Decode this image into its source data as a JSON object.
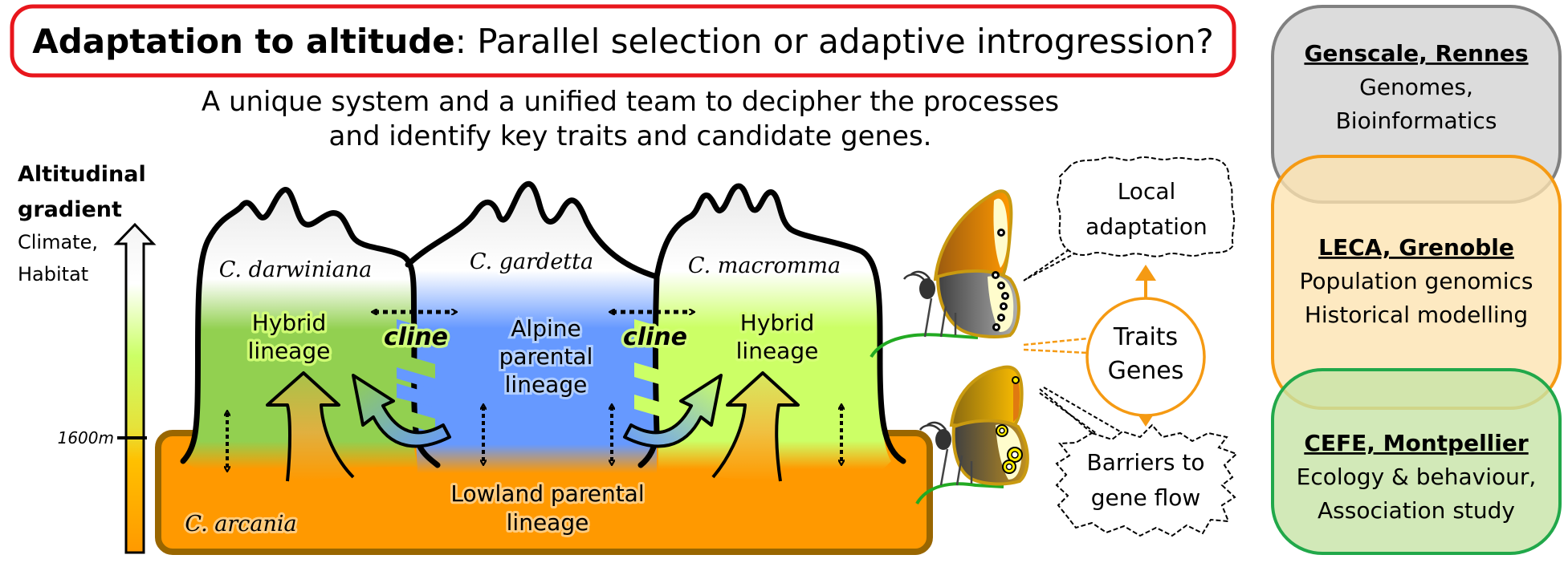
{
  "title": {
    "bold": "Adaptation to altitude",
    "rest": ": Parallel selection or adaptive introgression?"
  },
  "subtitle": {
    "line1": "A unique system and a unified team to decipher the processes",
    "line2": "and identify key traits and candidate genes."
  },
  "gradient_axis": {
    "heading1": "Altitudinal",
    "heading2": "gradient",
    "sub1": "Climate,",
    "sub2": "Habitat",
    "threshold_label": "1600m"
  },
  "species": {
    "darwiniana": "C. darwiniana",
    "gardetta": "C. gardetta",
    "macromma": "C. macromma",
    "arcania": "C. arcania"
  },
  "lineages": {
    "hybrid_left": [
      "Hybrid",
      "lineage"
    ],
    "alpine": [
      "Alpine",
      "parental",
      "lineage"
    ],
    "hybrid_right": [
      "Hybrid",
      "lineage"
    ],
    "lowland": [
      "Lowland parental",
      "lineage"
    ]
  },
  "cline_label": "cline",
  "bubbles": {
    "local_adaptation": [
      "Local",
      "adaptation"
    ],
    "traits_genes": [
      "Traits",
      "Genes"
    ],
    "barriers": [
      "Barriers to",
      "gene flow"
    ]
  },
  "teams": [
    {
      "name": "Genscale, Rennes",
      "lines": [
        "Genomes,",
        "Bioinformatics"
      ],
      "fill": "#dcdcdc",
      "stroke": "#808080"
    },
    {
      "name": "LECA, Grenoble",
      "lines": [
        "Population genomics",
        "Historical modelling"
      ],
      "fill": "#fde3b0",
      "stroke": "#f59a13"
    },
    {
      "name": "CEFE, Montpellier",
      "lines": [
        "Ecology & behaviour,",
        "Association study"
      ],
      "fill": "#c7e3a6",
      "stroke": "#21a84a"
    }
  ],
  "colors": {
    "title_border": "#e8161c",
    "lowland": "#ff9900",
    "lowland_border": "#996600",
    "alpine": "#6699ff",
    "hybrid_left": "#92d050",
    "hybrid_right": "#ccff66",
    "traits_accent": "#f59a13"
  }
}
